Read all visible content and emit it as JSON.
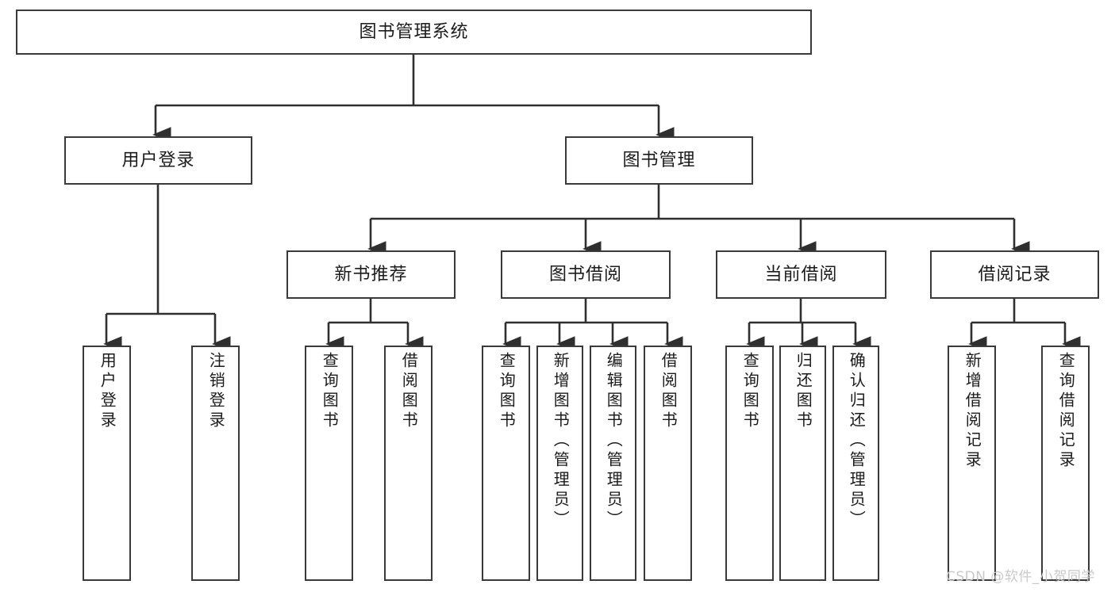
{
  "diagram": {
    "type": "tree",
    "title": "图书管理系统",
    "orientation": "top-down",
    "colors": {
      "box_border": "#3a3a3a",
      "box_fill": "#ffffff",
      "edge": "#2f2f2f",
      "text": "#1b1b1b",
      "watermark": "#c9c9c9",
      "background": "#ffffff"
    }
  },
  "nodes": {
    "root": {
      "label": "图书管理系统"
    },
    "level1": [
      {
        "id": "user_login",
        "label": "用户登录"
      },
      {
        "id": "book_manage",
        "label": "图书管理"
      }
    ],
    "level2": [
      {
        "id": "new_book_rec",
        "label": "新书推荐"
      },
      {
        "id": "book_borrow",
        "label": "图书借阅"
      },
      {
        "id": "current_borrow",
        "label": "当前借阅"
      },
      {
        "id": "borrow_record",
        "label": "借阅记录"
      }
    ],
    "leaves": [
      {
        "id": "leaf_user_login",
        "label": "用户登录",
        "parent": "user_login"
      },
      {
        "id": "leaf_user_logout",
        "label": "注销登录",
        "parent": "user_login"
      },
      {
        "id": "leaf_query_book_1",
        "label": "查询图书",
        "parent": "new_book_rec"
      },
      {
        "id": "leaf_borrow_book_1",
        "label": "借阅图书",
        "parent": "new_book_rec"
      },
      {
        "id": "leaf_query_book_2",
        "label": "查询图书",
        "parent": "book_borrow"
      },
      {
        "id": "leaf_add_book",
        "label": "新增图书（管理员）",
        "parent": "book_borrow"
      },
      {
        "id": "leaf_edit_book",
        "label": "编辑图书（管理员）",
        "parent": "book_borrow"
      },
      {
        "id": "leaf_borrow_book_2",
        "label": "借阅图书",
        "parent": "book_borrow"
      },
      {
        "id": "leaf_query_book_3",
        "label": "查询图书",
        "parent": "current_borrow"
      },
      {
        "id": "leaf_return_book",
        "label": "归还图书",
        "parent": "current_borrow"
      },
      {
        "id": "leaf_confirm_return",
        "label": "确认归还（管理员）",
        "parent": "current_borrow"
      },
      {
        "id": "leaf_add_record",
        "label": "新增借阅记录",
        "parent": "borrow_record"
      },
      {
        "id": "leaf_query_record",
        "label": "查询借阅记录",
        "parent": "borrow_record"
      }
    ]
  },
  "watermark": {
    "text": "CSDN @软件_小贺同学"
  }
}
